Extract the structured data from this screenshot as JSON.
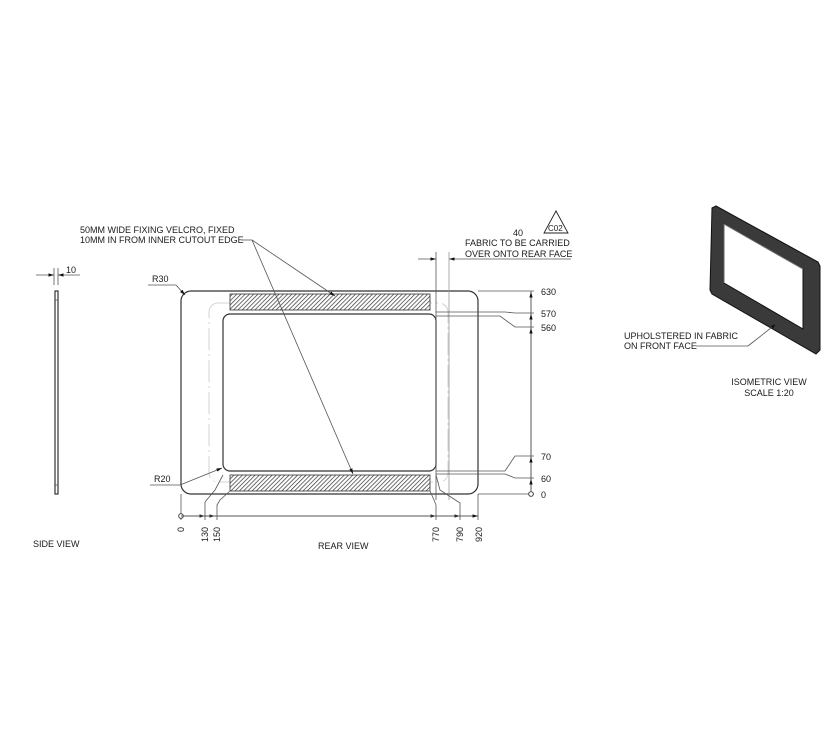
{
  "drawing": {
    "type": "technical-drawing",
    "units": "mm"
  },
  "side_view": {
    "title": "SIDE VIEW",
    "thickness_dim": "10"
  },
  "rear_view": {
    "title": "REAR VIEW",
    "note_velcro_line1": "50MM WIDE FIXING VELCRO, FIXED",
    "note_velcro_line2": "10MM IN FROM INNER CUTOUT EDGE",
    "note_fabric_line1": "FABRIC TO BE CARRIED",
    "note_fabric_line2": "OVER ONTO REAR FACE",
    "fabric_wrap_dim": "40",
    "revision_tag": "C02",
    "outer_radius": "R30",
    "inner_radius": "R20",
    "horizontal_dims": [
      "0",
      "130",
      "150",
      "770",
      "790",
      "920"
    ],
    "vertical_dims": [
      "630",
      "570",
      "560",
      "70",
      "60",
      "0"
    ]
  },
  "isometric_view": {
    "title": "ISOMETRIC VIEW",
    "scale": "SCALE 1:20",
    "note_line1": "UPHOLSTERED IN FABRIC",
    "note_line2": "ON FRONT FACE"
  },
  "colors": {
    "line": "#2a2a2a",
    "hatch": "#333333",
    "iso_fill": "#3a3a3a",
    "ghost": "#c8c8c8"
  }
}
